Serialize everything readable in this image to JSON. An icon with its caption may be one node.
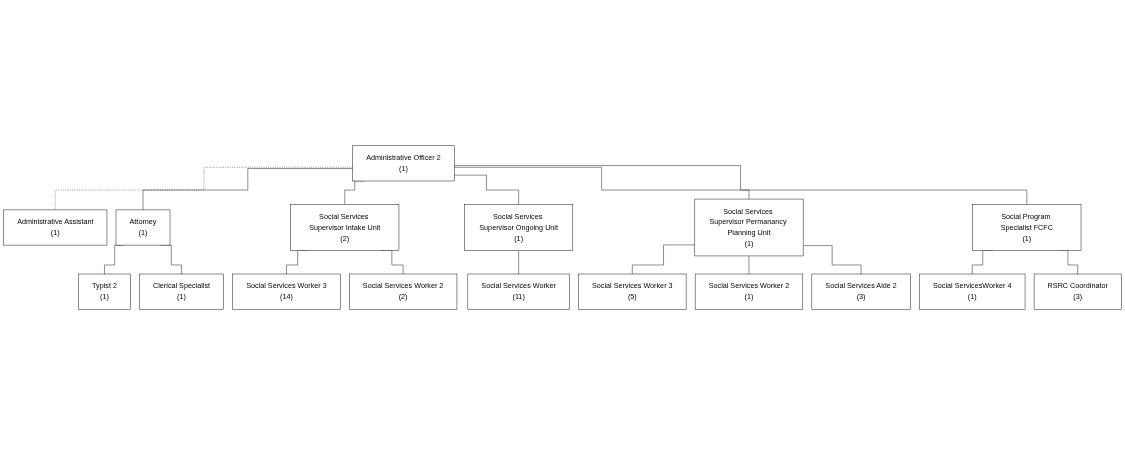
{
  "diagram": {
    "nodes": [
      {
        "text": [
          "Administrative Officer 2",
          "(1)"
        ]
      },
      {
        "text": [
          "Administrative Assistant",
          "(1)"
        ]
      },
      {
        "text": [
          "Attorney",
          "(1)"
        ]
      },
      {
        "text": [
          "Social Services Supervisor Intake Unit",
          "(2)"
        ]
      },
      {
        "text": [
          "Social Services Supervisor Ongoing Unit",
          "(1)"
        ]
      },
      {
        "text": [
          "Social Services Supervisor Permanancy Planning Unit",
          "(1)"
        ]
      },
      {
        "text": [
          "Social Program Specialist FCFC",
          "(1)"
        ]
      },
      {
        "text": [
          "Typist 2",
          "(1)"
        ]
      },
      {
        "text": [
          "Clerical Specialist",
          "(1)"
        ]
      },
      {
        "text": [
          "Social Services Worker 3",
          "(14)"
        ]
      },
      {
        "text": [
          "Social Services Worker 2",
          "(2)"
        ]
      },
      {
        "text": [
          "Social Services Worker",
          "(11)"
        ]
      },
      {
        "text": [
          "Social Services Worker 3",
          "(5)"
        ]
      },
      {
        "text": [
          "Social Services Worker 2",
          "(1)"
        ]
      },
      {
        "text": [
          "Social Services Aide 2",
          "(3)"
        ]
      },
      {
        "text": [
          "Social ServicesWorker 4",
          "(1)"
        ]
      },
      {
        "text": [
          "RSRC Coordinator",
          "(3)"
        ]
      }
    ],
    "edges": [
      {
        "from": 0,
        "to": 1,
        "arrow": "none",
        "style": "dashed"
      },
      {
        "from": 0,
        "to": 2,
        "arrow": "none"
      },
      {
        "from": 0,
        "to": 3,
        "arrow": "none"
      },
      {
        "from": 0,
        "to": 4,
        "arrow": "none"
      },
      {
        "from": 0,
        "to": 5,
        "arrow": "none"
      },
      {
        "from": 0,
        "to": 6,
        "arrow": "none"
      },
      {
        "from": 2,
        "to": 7,
        "arrow": "none"
      },
      {
        "from": 2,
        "to": 8,
        "arrow": "none"
      },
      {
        "from": 3,
        "to": 9,
        "arrow": "none"
      },
      {
        "from": 3,
        "to": 10,
        "arrow": "none"
      },
      {
        "from": 4,
        "to": 11,
        "arrow": "none"
      },
      {
        "from": 5,
        "to": 12,
        "arrow": "none"
      },
      {
        "from": 5,
        "to": 13,
        "arrow": "none"
      },
      {
        "from": 5,
        "to": 14,
        "arrow": "none"
      },
      {
        "from": 6,
        "to": 15,
        "arrow": "none"
      },
      {
        "from": 6,
        "to": 16,
        "arrow": "none"
      }
    ]
  }
}
